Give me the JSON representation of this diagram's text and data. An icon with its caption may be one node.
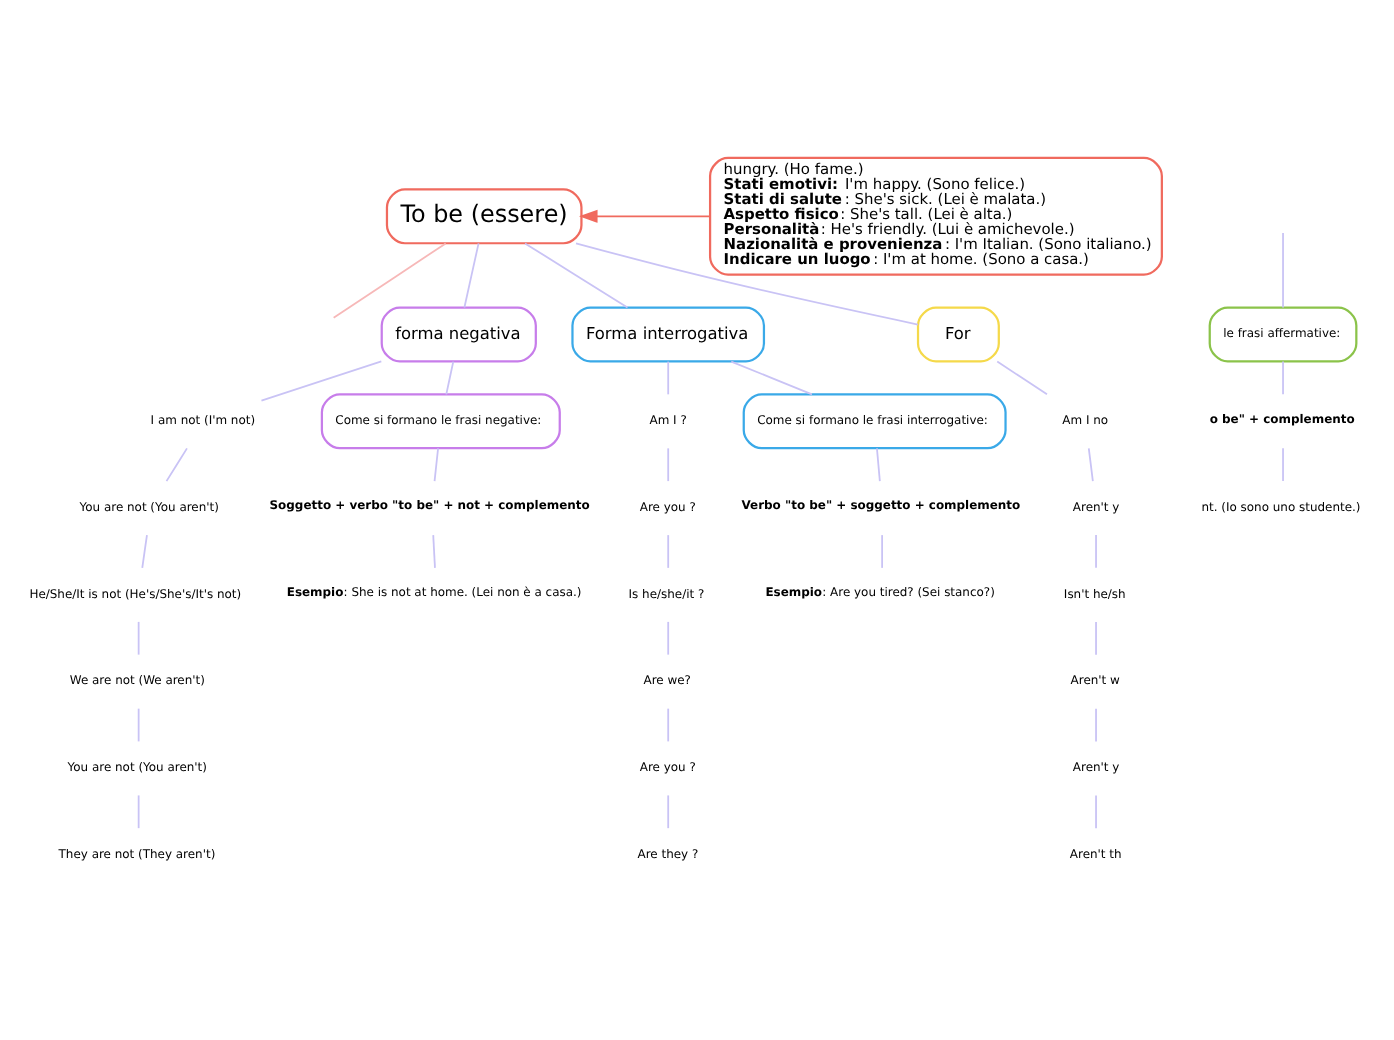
{
  "diagram": {
    "nodes": [
      {
        "text": [
          "To be (essere)"
        ]
      },
      {
        "text": [
          "hungry. (Ho fame.)",
          "**Stati emotivi:** I'm happy. (Sono felice.)",
          "**Stati di salute**: She's sick. (Lei è malata.)",
          "**Aspetto fisico**: She's tall. (Lei è alta.)",
          "**Personalità**: He's friendly. (Lui è amichevole.)",
          "**Nazionalità e provenienza**: I'm Italian. (Sono italiano.)",
          "**Indicare un luogo**: I'm at home. (Sono a casa.)"
        ]
      },
      {
        "text": [
          "forma negativa"
        ]
      },
      {
        "text": [
          "Forma interrogativa"
        ]
      },
      {
        "text": [
          "For"
        ]
      },
      {
        "text": [
          "le frasi affermative:"
        ]
      },
      {
        "text": [
          "o be\" + complemento"
        ]
      },
      {
        "text": [
          "nt. (Io sono uno studente.)"
        ]
      },
      {
        "text": [
          "I am not (I'm not)"
        ]
      },
      {
        "text": [
          "You are not (You aren't)"
        ]
      },
      {
        "text": [
          "He/She/It is not (He's/She's/It's not)"
        ]
      },
      {
        "text": [
          "We are not (We aren't)"
        ]
      },
      {
        "text": [
          "You are not (You aren't)"
        ]
      },
      {
        "text": [
          "They are not (They aren't)"
        ]
      },
      {
        "text": [
          "Come si formano le frasi negative:"
        ]
      },
      {
        "text": [
          "Soggetto + verbo \"to be\" + not + complemento"
        ]
      },
      {
        "text": [
          "**Esempio**: She is not at home. (Lei non è a casa.)"
        ]
      },
      {
        "text": [
          "Am I ?"
        ]
      },
      {
        "text": [
          "Are you ?"
        ]
      },
      {
        "text": [
          "Is he/she/it ?"
        ]
      },
      {
        "text": [
          "Are we?"
        ]
      },
      {
        "text": [
          "Are you ?"
        ]
      },
      {
        "text": [
          "Are they ?"
        ]
      },
      {
        "text": [
          "Come si formano le frasi interrogative:"
        ]
      },
      {
        "text": [
          "Verbo \"to be\" + soggetto + complemento"
        ]
      },
      {
        "text": [
          "**Esempio**: Are you tired? (Sei stanco?)"
        ]
      },
      {
        "text": [
          "Am I no"
        ]
      },
      {
        "text": [
          "Aren't y"
        ]
      },
      {
        "text": [
          "Isn't he/sh"
        ]
      },
      {
        "text": [
          "Aren't w"
        ]
      },
      {
        "text": [
          "Aren't y"
        ]
      },
      {
        "text": [
          "Aren't th"
        ]
      }
    ],
    "edges": [
      {
        "from": 1,
        "to": 0,
        "arrow": "to",
        "color": "#f06a5e"
      },
      {
        "from": 0,
        "to": null,
        "arrow": "none",
        "color": "#f7b8b8"
      },
      {
        "from": 0,
        "to": 2,
        "arrow": "none"
      },
      {
        "from": 0,
        "to": 3,
        "arrow": "none"
      },
      {
        "from": 0,
        "to": 4,
        "arrow": "none"
      },
      {
        "from": null,
        "to": 5,
        "arrow": "none"
      },
      {
        "from": 5,
        "to": 6,
        "arrow": "none"
      },
      {
        "from": 6,
        "to": 7,
        "arrow": "none"
      },
      {
        "from": 2,
        "to": 8,
        "arrow": "none"
      },
      {
        "from": 8,
        "to": 9,
        "arrow": "none"
      },
      {
        "from": 9,
        "to": 10,
        "arrow": "none"
      },
      {
        "from": 10,
        "to": 11,
        "arrow": "none"
      },
      {
        "from": 11,
        "to": 12,
        "arrow": "none"
      },
      {
        "from": 12,
        "to": 13,
        "arrow": "none"
      },
      {
        "from": 2,
        "to": 14,
        "arrow": "none"
      },
      {
        "from": 14,
        "to": 15,
        "arrow": "none"
      },
      {
        "from": 15,
        "to": 16,
        "arrow": "none"
      },
      {
        "from": 3,
        "to": 17,
        "arrow": "none"
      },
      {
        "from": 17,
        "to": 18,
        "arrow": "none"
      },
      {
        "from": 18,
        "to": 19,
        "arrow": "none"
      },
      {
        "from": 19,
        "to": 20,
        "arrow": "none"
      },
      {
        "from": 20,
        "to": 21,
        "arrow": "none"
      },
      {
        "from": 21,
        "to": 22,
        "arrow": "none"
      },
      {
        "from": 3,
        "to": 23,
        "arrow": "none"
      },
      {
        "from": 23,
        "to": 24,
        "arrow": "none"
      },
      {
        "from": 24,
        "to": 25,
        "arrow": "none"
      },
      {
        "from": 4,
        "to": 26,
        "arrow": "none"
      },
      {
        "from": 26,
        "to": 27,
        "arrow": "none"
      },
      {
        "from": 27,
        "to": 28,
        "arrow": "none"
      },
      {
        "from": 28,
        "to": 29,
        "arrow": "none"
      },
      {
        "from": 29,
        "to": 30,
        "arrow": "none"
      },
      {
        "from": 30,
        "to": 31,
        "arrow": "none"
      }
    ]
  }
}
